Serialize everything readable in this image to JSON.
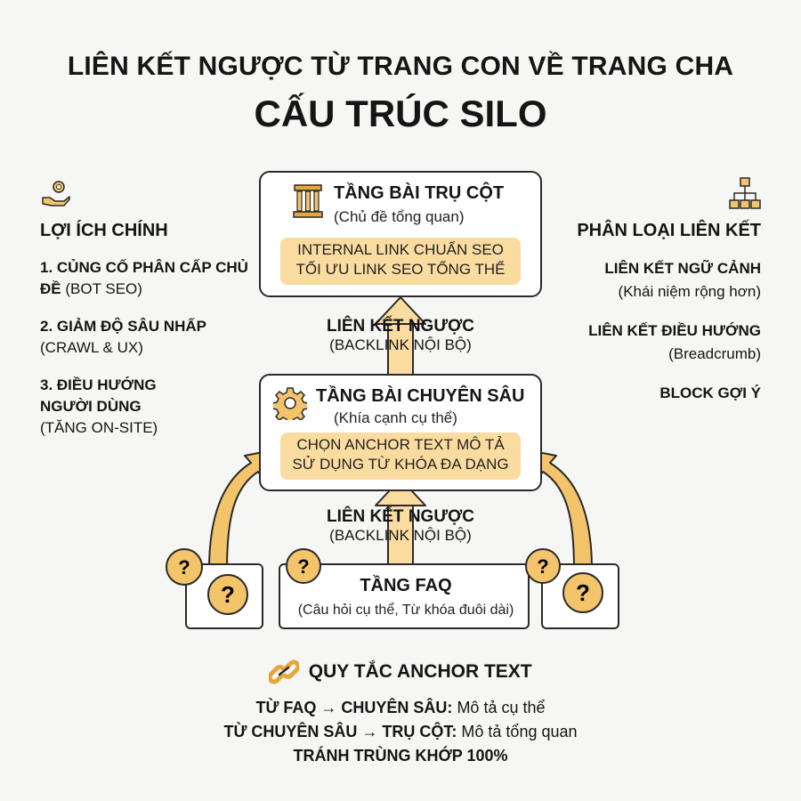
{
  "title": {
    "line1": "LIÊN KẾT NGƯỢC TỪ TRANG CON VỀ TRANG CHA",
    "line2": "CẤU TRÚC SILO"
  },
  "pillar": {
    "title": "TẦNG BÀI TRỤ CỘT",
    "subtitle": "(Chủ đề tổng quan)",
    "highlight": [
      "INTERNAL LINK CHUẨN SEO",
      "TỐI ƯU LINK SEO TỔNG THỂ"
    ],
    "icon": "pillar-icon"
  },
  "deep": {
    "title": "TẦNG BÀI CHUYÊN SÂU",
    "subtitle": "(Khía cạnh cụ thể)",
    "highlight": [
      "CHỌN ANCHOR TEXT MÔ TẢ",
      "SỬ DỤNG TỪ KHÓA ĐA DẠNG"
    ],
    "icon": "gear-icon"
  },
  "faq": {
    "title": "TẦNG FAQ",
    "subtitle": "(Câu hỏi cụ thể, Từ khóa đuôi dài)",
    "icon": "question-icon"
  },
  "backlink_upper": {
    "title": "LIÊN KẾT NGƯỢC",
    "subtitle": "(BACKLINK NỘI BỘ)"
  },
  "backlink_lower": {
    "title": "LIÊN KẾT NGƯỢC",
    "subtitle": "(BACKLINK NỘI BỘ)"
  },
  "benefits": {
    "heading": "LỢI ÍCH CHÍNH",
    "icon": "hand-gear-icon",
    "items": [
      {
        "bold": "1. CỦNG CỐ PHÂN CẤP CHỦ ĐỀ",
        "normal": " (BOT SEO)"
      },
      {
        "bold": "2. GIẢM ĐỘ SÂU NHẤP",
        "normal": "(CRAWL & UX)"
      },
      {
        "bold": "3. ĐIỀU HƯỚNG NGƯỜI DÙNG",
        "normal": "(TĂNG ON-SITE)"
      }
    ]
  },
  "link_types": {
    "heading": "PHÂN LOẠI LIÊN KẾT",
    "icon": "sitemap-icon",
    "items": [
      {
        "title": "LIÊN KẾT NGỮ CẢNH",
        "sub": "(Khái niệm rộng hơn)"
      },
      {
        "title": "LIÊN KẾT ĐIỀU HƯỚNG",
        "sub": "(Breadcrumb)"
      },
      {
        "title": "BLOCK GỢI Ý",
        "sub": ""
      }
    ]
  },
  "anchor_rules": {
    "heading": "QUY TẮC ANCHOR TEXT",
    "icon": "chain-link-icon",
    "line1_bold": "TỪ FAQ → CHUYÊN SÂU:",
    "line1_text": " Mô tả cụ thể",
    "line2_bold": "TỪ CHUYÊN SÂU → TRỤ CỘT:",
    "line2_text": " Mô tả tổng quan",
    "line3_bold": "TRÁNH TRÙNG KHỚP 100%"
  },
  "colors": {
    "accent": "#f3c46a",
    "highlight": "#fbdca0",
    "outline": "#2a2a2a"
  }
}
